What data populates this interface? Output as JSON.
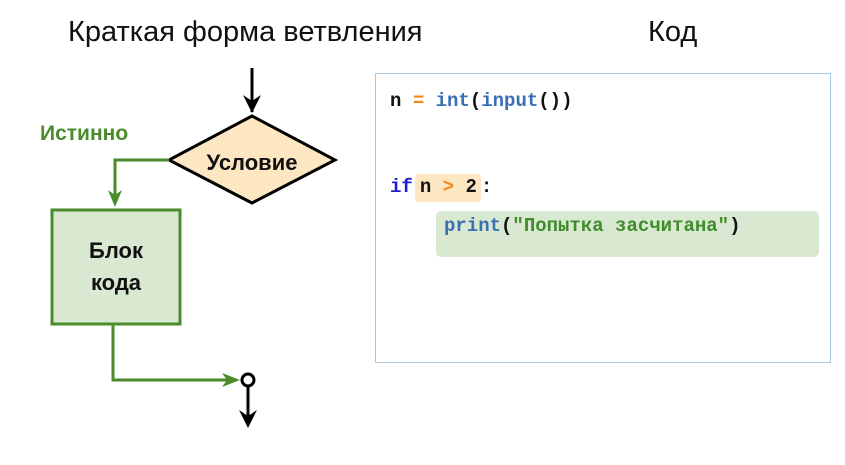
{
  "titles": {
    "flowchart": "Краткая форма ветвления",
    "code": "Код"
  },
  "flowchart": {
    "true_label": "Истинно",
    "condition": "Условие",
    "block_line1": "Блок",
    "block_line2": "кода"
  },
  "code": {
    "line1": {
      "var": "n",
      "op": "=",
      "func1": "int",
      "paren_open": "(",
      "func2": "input",
      "parens_close": "())"
    },
    "line2": {
      "keyword": "if",
      "var": "n",
      "op": ">",
      "num": "2",
      "colon": ":"
    },
    "line3": {
      "func": "print",
      "paren_open": "(",
      "string": "\"Попытка засчитана\"",
      "paren_close": ")"
    }
  },
  "colors": {
    "condition_fill": "#fde6c2",
    "block_fill": "#d9e9d1",
    "true_branch": "#4a8b2c",
    "code_border": "#a9c8e4",
    "keyword": "#1f1fd6",
    "operator": "#f08a1c",
    "string": "#3f8c2a"
  }
}
